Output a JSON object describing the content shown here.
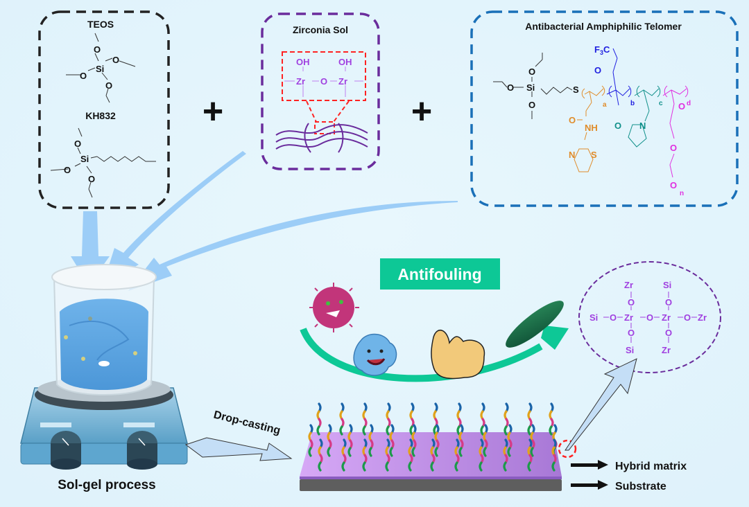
{
  "figure": {
    "background": "#e6f6fd",
    "plus_sign": "+",
    "reagent_boxes": {
      "silanes": {
        "border_color": "#222222",
        "teos_label": "TEOS",
        "kh832_label": "KH832",
        "atoms": {
          "si": "Si",
          "o": "O"
        }
      },
      "zirconia": {
        "border_color": "#6a2c9c",
        "title": "Zirconia Sol",
        "atom_color": "#a040e0",
        "oh": "OH",
        "zr": "Zr",
        "o": "O",
        "inset_color": "#ff2222"
      },
      "telomer": {
        "border_color": "#1a70b8",
        "title": "Antibacterial Amphiphilic Telomer",
        "silane_atoms": {
          "si": "Si",
          "o": "O",
          "s": "S"
        },
        "cf3_label": "F3C",
        "blocks": [
          {
            "subscript": "a",
            "color": "#e08c2a",
            "group_labels": [
              "O",
              "NH",
              "N",
              "S"
            ]
          },
          {
            "subscript": "b",
            "color": "#2020e0",
            "group_labels": [
              "O"
            ]
          },
          {
            "subscript": "c",
            "color": "#10908a",
            "group_labels": [
              "O",
              "N"
            ]
          },
          {
            "subscript": "d",
            "color": "#e030e0",
            "group_labels": [
              "O",
              "O",
              "O",
              "n"
            ]
          }
        ]
      }
    },
    "process": {
      "sol_gel_label": "Sol-gel process",
      "drop_casting_label": "Drop-casting",
      "antifouling_label": "Antifouling",
      "antifouling_color": "#0dc896",
      "foulants": [
        "virus",
        "bacterium",
        "protein",
        "diatom"
      ]
    },
    "coating": {
      "hybrid_matrix_label": "Hybrid matrix",
      "substrate_label": "Substrate",
      "matrix_color": "#b98ae8",
      "substrate_color": "#5e5e5e",
      "chain_colors": [
        "#1a63a8",
        "#e0a21a",
        "#d63a86",
        "#1c9a4a"
      ]
    },
    "network": {
      "border_color": "#6a2c9c",
      "atom_color": "#a040e0",
      "rows": [
        [
          "",
          "Zr",
          "",
          "Si",
          ""
        ],
        [
          "Si",
          "O",
          "Zr",
          "O",
          "Zr",
          "O",
          "Zr"
        ],
        [
          "",
          "Si",
          "",
          "Zr",
          ""
        ]
      ],
      "atoms": {
        "zr": "Zr",
        "si": "Si",
        "o": "O"
      }
    }
  }
}
